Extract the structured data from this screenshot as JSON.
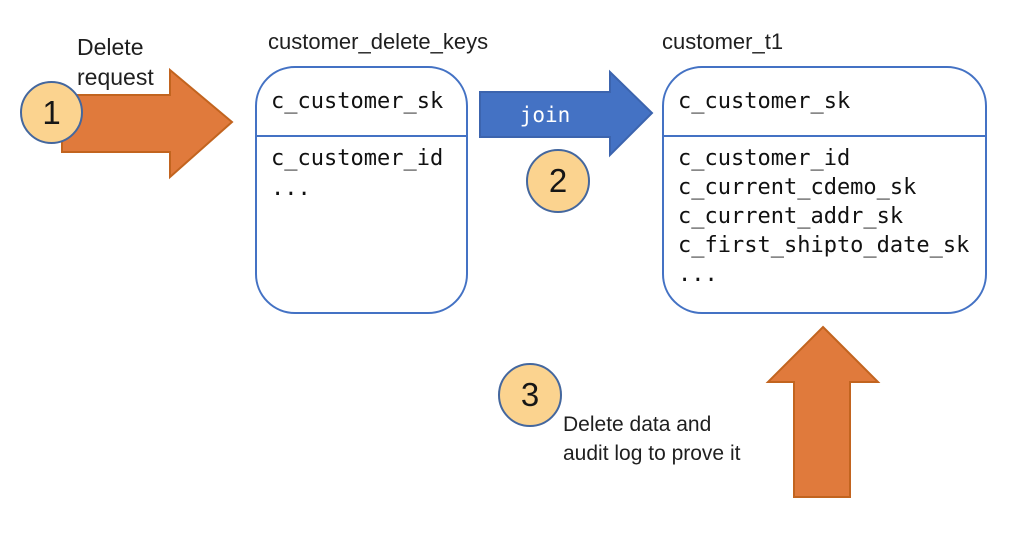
{
  "annotations": {
    "step1": {
      "badge": "1",
      "lines": [
        "Delete",
        "request"
      ]
    },
    "step2": {
      "badge": "2",
      "label": "join"
    },
    "step3": {
      "badge": "3",
      "lines": [
        "Delete data and",
        "audit log to prove it"
      ]
    }
  },
  "tables": [
    {
      "title": "customer_delete_keys",
      "header": "c_customer_sk",
      "rows": [
        "c_customer_id",
        "..."
      ]
    },
    {
      "title": "customer_t1",
      "header": "c_customer_sk",
      "rows": [
        "c_customer_id",
        "c_current_cdemo_sk",
        "c_current_addr_sk",
        "c_first_shipto_date_sk",
        "..."
      ]
    }
  ],
  "colors": {
    "orange_fill": "#E07A3C",
    "orange_stroke": "#C2641F",
    "blue_fill": "#4472C4",
    "blue_stroke": "#3C64AE",
    "box_border": "#4472C4",
    "badge_fill": "#FBD38F",
    "badge_border": "#44679E",
    "text": "#1F1F1F"
  }
}
